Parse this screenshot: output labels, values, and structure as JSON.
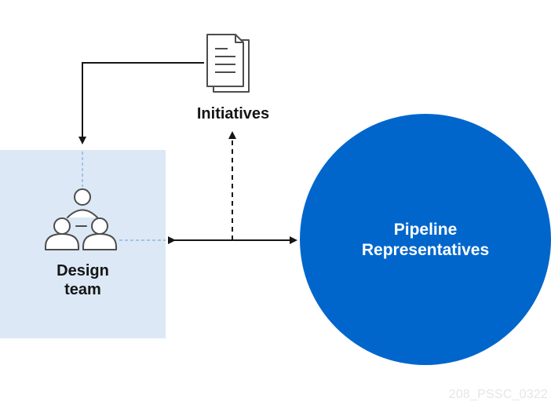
{
  "diagram": {
    "design_team": {
      "line1": "Design",
      "line2": "team"
    },
    "initiatives": {
      "label": "Initiatives"
    },
    "pipeline": {
      "line1": "Pipeline",
      "line2": "Representatives"
    }
  },
  "watermark": "208_PSSC_0322",
  "colors": {
    "panel_fill": "#dce8f5",
    "circle_fill": "#0066cc",
    "arrow": "#151515",
    "dashed_connector": "#8fb6e6",
    "icon_stroke": "#4d4d4d"
  },
  "icons": {
    "design_team": "people-group-icon",
    "initiatives": "documents-icon"
  }
}
